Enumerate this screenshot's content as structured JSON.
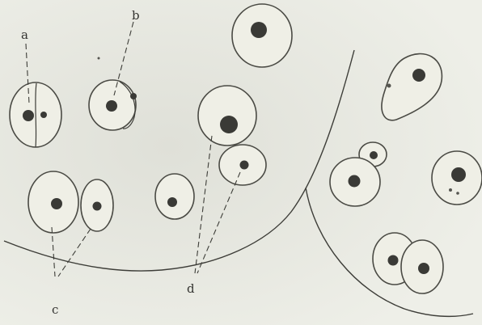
{
  "figure": {
    "labels": {
      "a": "a",
      "b": "b",
      "c": "c",
      "d": "d"
    },
    "colors": {
      "background": "#ecede6",
      "ink": "#3a3a36"
    }
  }
}
